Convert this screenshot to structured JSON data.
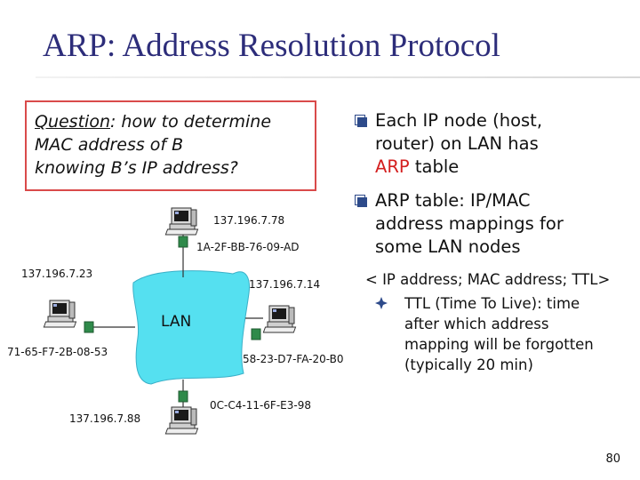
{
  "slide": {
    "title": "ARP: Address Resolution Protocol",
    "question": {
      "label": "Question",
      "line1_rest": ": how to determine",
      "line2": "MAC address of B",
      "line3": "knowing B’s IP address?"
    },
    "bullets": [
      {
        "lines": [
          "Each IP node (host,",
          "router) on LAN has"
        ],
        "highlight": "ARP",
        "after_highlight": " table"
      },
      {
        "lines": [
          "ARP table: IP/MAC",
          "address mappings for",
          "some LAN nodes"
        ]
      }
    ],
    "tuple": "< IP address; MAC address; TTL>",
    "ttl_lines": [
      "TTL (Time To Live): time",
      "after which address",
      "mapping will be forgotten",
      "(typically 20 min)"
    ],
    "page_number": "80"
  },
  "network": {
    "lan_label": "LAN",
    "nodes": [
      {
        "id": "top",
        "ip": "137.196.7.78",
        "mac": "1A-2F-BB-76-09-AD"
      },
      {
        "id": "left",
        "ip": "137.196.7.23",
        "mac": "71-65-F7-2B-08-53"
      },
      {
        "id": "right",
        "ip": "137.196.7.14",
        "mac": "58-23-D7-FA-20-B0"
      },
      {
        "id": "bottom",
        "ip": "137.196.7.88",
        "mac": "0C-C4-11-6F-E3-98"
      }
    ]
  },
  "colors": {
    "title": "#2d2d7a",
    "question_border": "#d94a4a",
    "highlight": "#d42020",
    "lan_cloud": "#55e0f0",
    "nic": "#2f8a4a"
  },
  "icons": {
    "bullet": "square-bullet-icon",
    "sub_bullet": "diamond-bullet-icon",
    "host": "computer-icon",
    "adapter": "network-adapter-icon"
  }
}
